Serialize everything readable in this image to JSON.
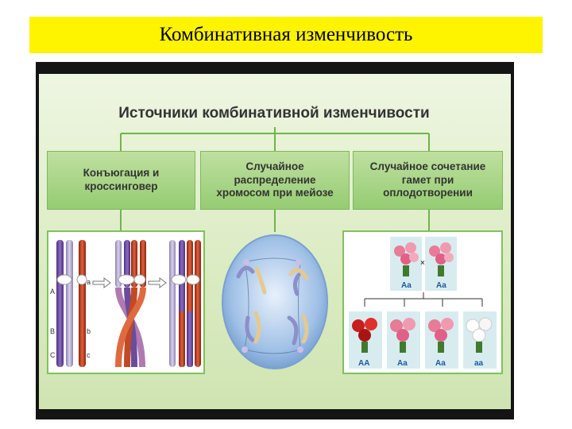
{
  "slide": {
    "title": "Комбинативная изменчивость"
  },
  "diagram": {
    "heading": "Источники комбинативной изменчивости",
    "sources": [
      {
        "line1": "Конъюгация и",
        "line2": "кроссинговер"
      },
      {
        "line1": "Случайное распределение",
        "line2": "хромосом при мейозе"
      },
      {
        "line1": "Случайное сочетание",
        "line2": "гамет при оплодотворении"
      }
    ],
    "crossing": {
      "left_alleles": [
        "A",
        "B",
        "C"
      ],
      "right_alleles": [
        "a",
        "b",
        "c"
      ]
    },
    "fertilization": {
      "parents": [
        "Aa",
        "Aa"
      ],
      "cross_symbol": "×",
      "offspring": [
        "AA",
        "Aa",
        "Aa",
        "aa"
      ]
    },
    "colors": {
      "title_bg": "#fff400",
      "box_green": "#95cc72",
      "border_green": "#7fc25a",
      "chrom_purple": "#6a4c9c",
      "chrom_red": "#b83a1a"
    }
  }
}
